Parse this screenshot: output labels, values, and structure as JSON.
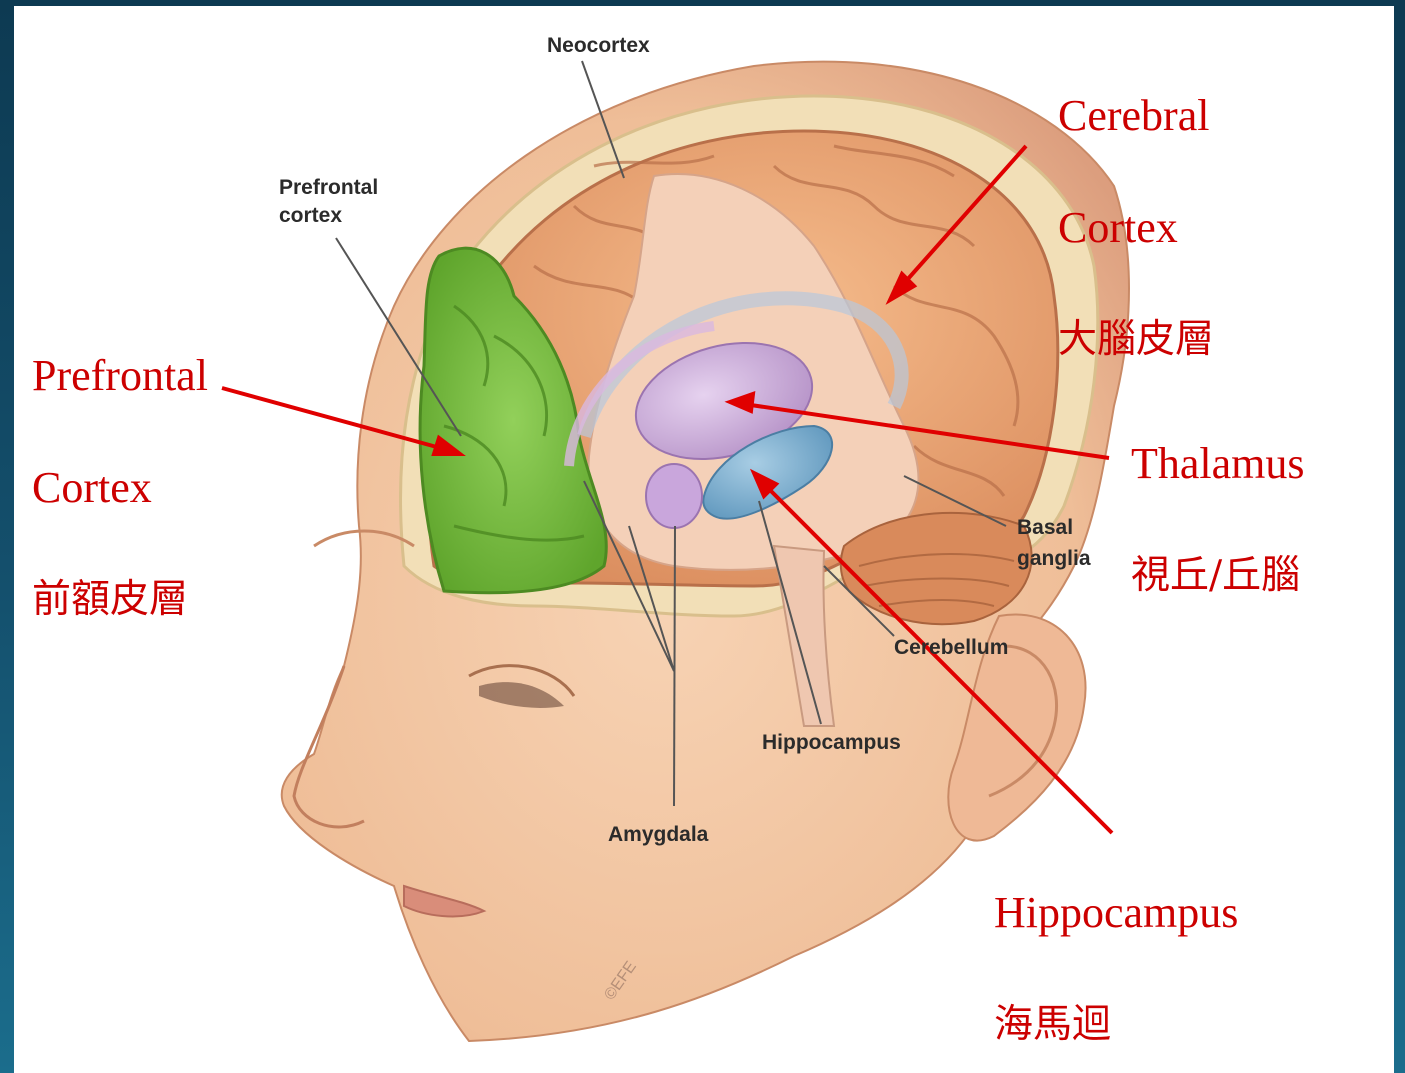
{
  "illustration": {
    "labels": {
      "neocortex": "Neocortex",
      "prefrontal_cortex_line1": "Prefrontal",
      "prefrontal_cortex_line2": "cortex",
      "basal_ganglia_line1": "Basal",
      "basal_ganglia_line2": "ganglia",
      "cerebellum": "Cerebellum",
      "hippocampus": "Hippocampus",
      "amygdala": "Amygdala"
    },
    "signature": "©EFE",
    "colors": {
      "skin": "#f3c7a3",
      "skin_shadow": "#dea17d",
      "cortex": "#e9a273",
      "prefrontal": "#7cc143",
      "thalamus": "#c9a8d8",
      "hippocampus": "#7fb2d3",
      "skull": "#f2dfb7"
    }
  },
  "annotations": {
    "cerebral_cortex": {
      "en_line1": "Cerebral",
      "en_line2": "Cortex",
      "zh": "大腦皮層"
    },
    "prefrontal_cortex": {
      "en_line1": "Prefrontal",
      "en_line2": "Cortex",
      "zh": "前額皮層"
    },
    "thalamus": {
      "en": "Thalamus",
      "zh": "視丘/丘腦"
    },
    "hippocampus": {
      "en": "Hippocampus",
      "zh": "海馬迴"
    },
    "arrow_color": "#e00000"
  }
}
